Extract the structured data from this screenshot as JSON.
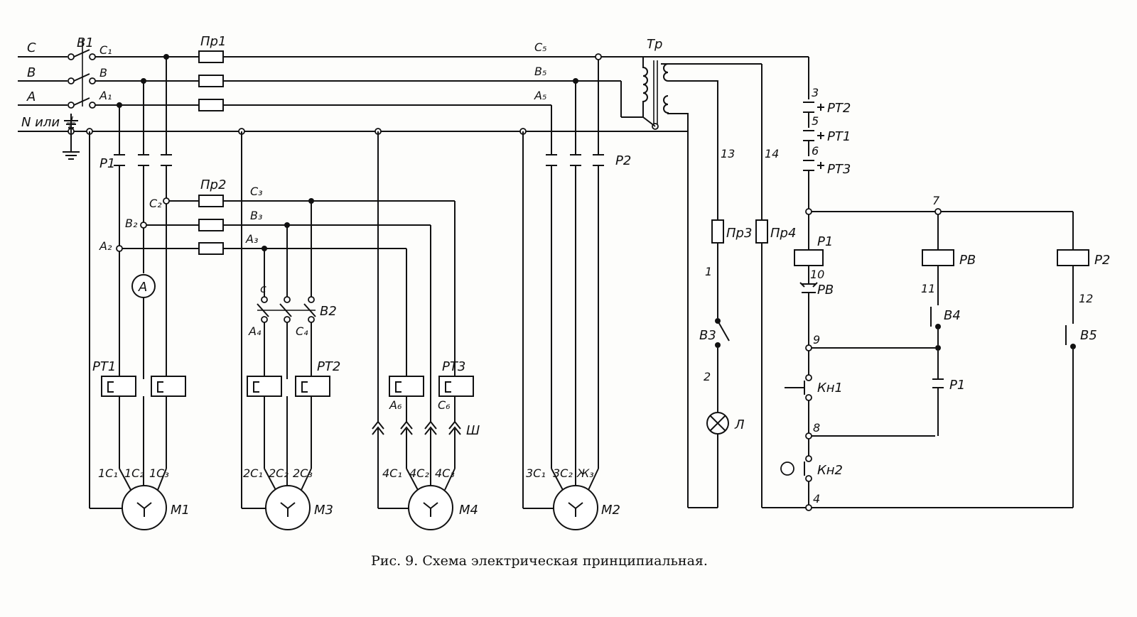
{
  "caption": "Рис. 9. Схема электрическая принципиальная.",
  "supply": {
    "phase_c": "C",
    "phase_b": "B",
    "phase_a": "A",
    "neutral": "N или ⏚"
  },
  "switches": {
    "b1": "B1",
    "b2": "B2",
    "b3": "B3",
    "b4": "B4",
    "b5": "B5"
  },
  "fuses": {
    "pr1": "Пр1",
    "pr2": "Пр2",
    "pr3": "Пр3",
    "pr4": "Пр4"
  },
  "transformer": "Тр",
  "contactors": {
    "p1": "P1",
    "p2": "P2",
    "pv": "PB"
  },
  "thermal_relays": {
    "rt1": "PT1",
    "rt2": "PT2",
    "rt3": "PT3"
  },
  "buttons": {
    "kn1": "Кн1",
    "kn2": "Кн2"
  },
  "ammeter": "A",
  "lamp": "Л",
  "plug": "Ш",
  "motors": {
    "m1": "M1",
    "m2": "M2",
    "m3": "M3",
    "m4": "M4"
  },
  "wires": {
    "c1": "C₁",
    "b": "B",
    "a1": "A₁",
    "c5": "C₅",
    "b5": "B₅",
    "a5": "A₅",
    "c2": "C₂",
    "b2": "B₂",
    "a2": "A₂",
    "c3": "C₃",
    "b3": "B₃",
    "a3": "A₃",
    "c": "c",
    "a4": "A₄",
    "c4": "C₄",
    "a6": "A₆",
    "c6": "C₆"
  },
  "motor_terminals": {
    "m1": [
      "1C₁",
      "1C₂",
      "1C₃"
    ],
    "m3": [
      "2C₁",
      "2C₂",
      "2C₃"
    ],
    "m4": [
      "4C₁",
      "4C₂",
      "4C₃"
    ],
    "m2": [
      "3C₁",
      "3C₂",
      "Ж₃"
    ]
  },
  "node_numbers": {
    "n1": "1",
    "n2": "2",
    "n3": "3",
    "n4": "4",
    "n5": "5",
    "n6": "6",
    "n7": "7",
    "n8": "8",
    "n9": "9",
    "n10": "10",
    "n11": "11",
    "n12": "12",
    "n13": "13",
    "n14": "14"
  }
}
